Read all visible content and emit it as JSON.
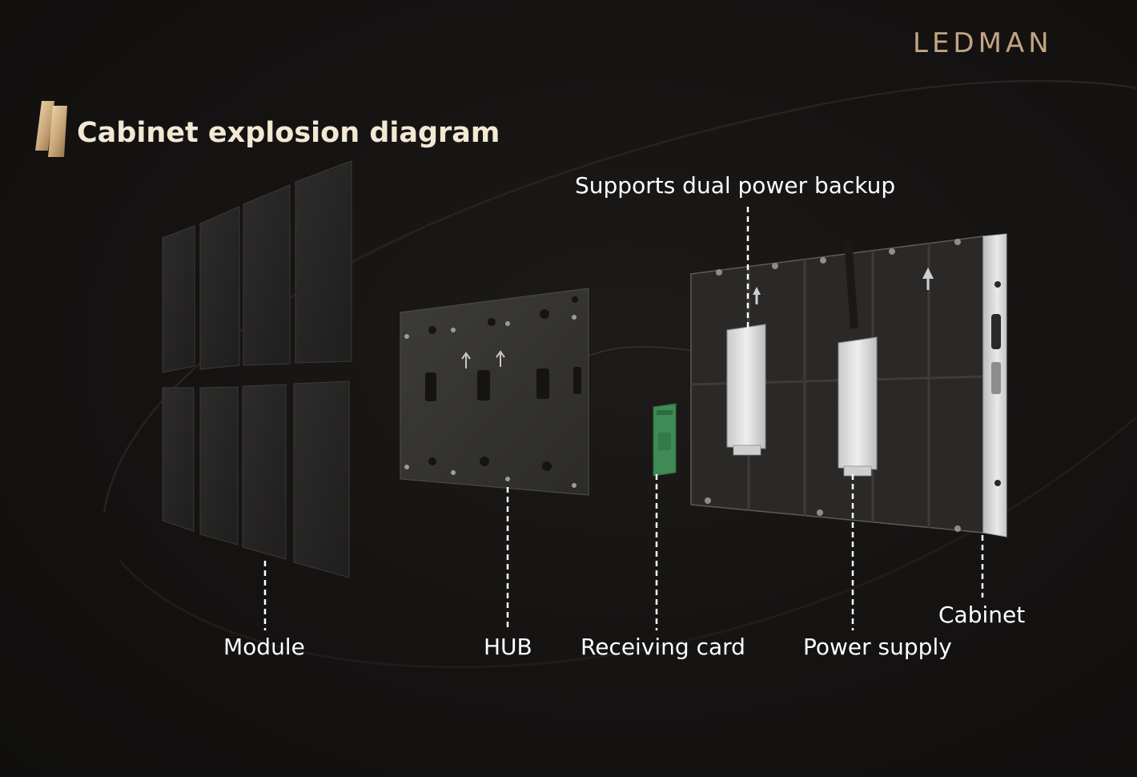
{
  "brand": {
    "logo_text": "LEDMAN",
    "color": "#c2a483"
  },
  "header": {
    "title": "Cabinet explosion diagram",
    "icon": "gold-slash-icon",
    "title_color": "#f3e8d4"
  },
  "labels": {
    "dual_power_backup": "Supports dual power backup",
    "module": "Module",
    "hub": "HUB",
    "receiving_card": "Receiving card",
    "power_supply": "Power supply",
    "cabinet": "Cabinet"
  },
  "colors": {
    "background": "#141211",
    "panel": "#252423",
    "board": "#363533",
    "cabinet_frame": "#dedede",
    "receiving_card": "#3f8a55",
    "leader_line": "#ffffff"
  },
  "components": {
    "module_tile_count": 8,
    "power_supply_count": 2
  }
}
